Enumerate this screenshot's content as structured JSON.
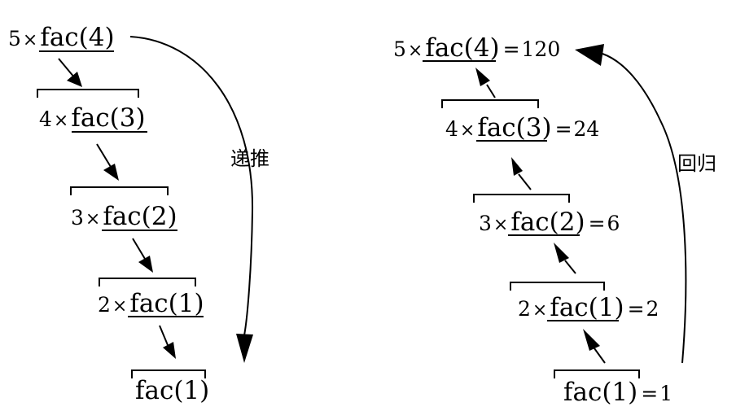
{
  "recursion": {
    "label": "递推",
    "terms": [
      {
        "coef": "5",
        "times": "×",
        "call": "fac(4)"
      },
      {
        "coef": "4",
        "times": "×",
        "call": "fac(3)"
      },
      {
        "coef": "3",
        "times": "×",
        "call": "fac(2)"
      },
      {
        "coef": "2",
        "times": "×",
        "call": "fac(1)"
      },
      {
        "call": "fac(1)"
      }
    ]
  },
  "backtrack": {
    "label": "回归",
    "terms": [
      {
        "coef": "5",
        "times": "×",
        "call": "fac(4)",
        "eq": "=",
        "result": "120"
      },
      {
        "coef": "4",
        "times": "×",
        "call": "fac(3)",
        "eq": "=",
        "result": "24"
      },
      {
        "coef": "3",
        "times": "×",
        "call": "fac(2)",
        "eq": "=",
        "result": "6"
      },
      {
        "coef": "2",
        "times": "×",
        "call": "fac(1)",
        "eq": "=",
        "result": "2"
      },
      {
        "call": "fac(1)",
        "eq": "=",
        "result": "1"
      }
    ]
  }
}
